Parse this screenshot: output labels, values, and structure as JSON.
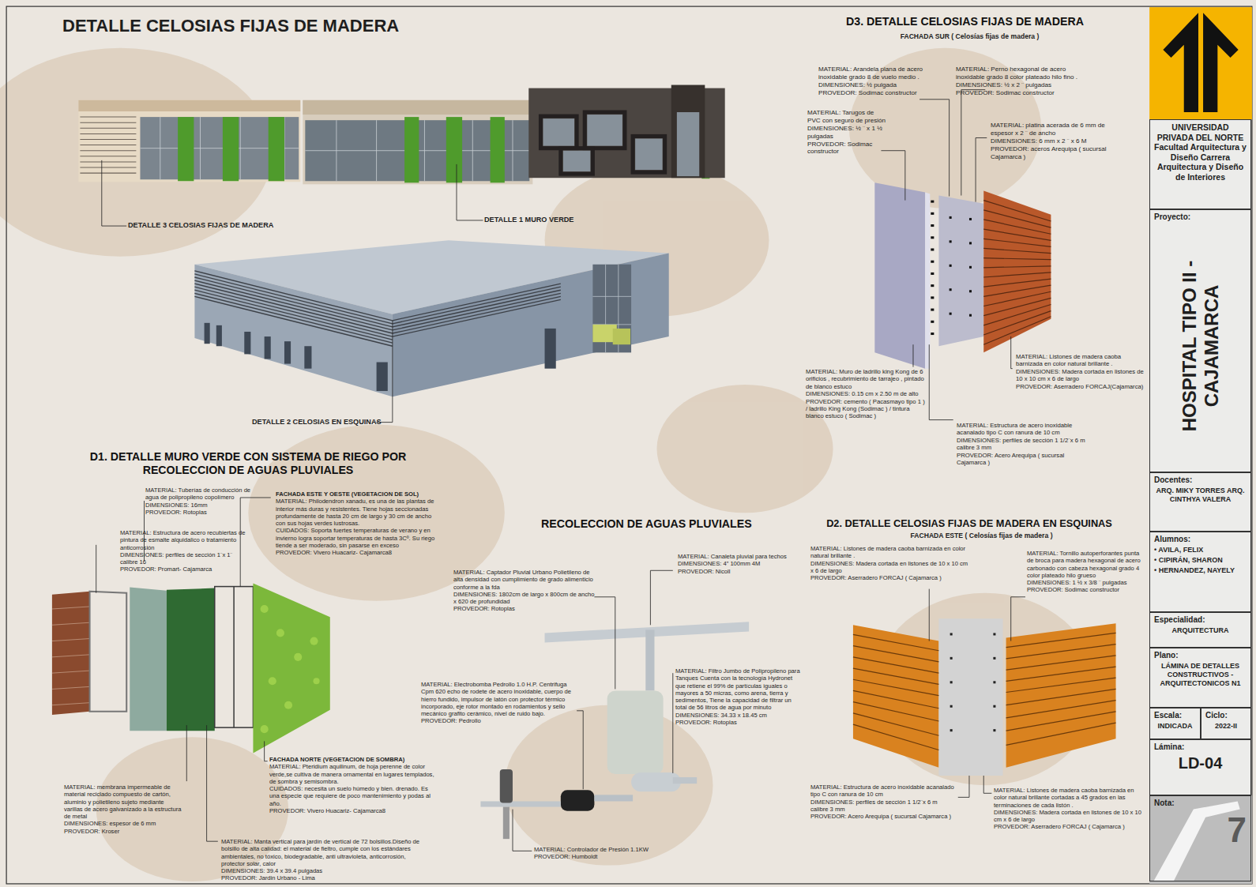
{
  "diagram": {
    "title": "DETALLE CELOSIAS FIJAS DE  MADERA",
    "nodes": [
      {
        "text": [
          "UNIVERSIDAD PRIVADA DEL NORTE Facultad Arquitectura y Diseño Carrera Arquitectura y Diseño de Interiores"
        ]
      },
      {
        "text": [
          "Proyecto:",
          "HOSPITAL TIPO II - CAJAMARCA"
        ]
      },
      {
        "text": [
          "Docentes:",
          "ARQ. MIKY TORRES ARQ. CINTHYA VALERA"
        ]
      },
      {
        "text": [
          "Alumnos:",
          "• AVILA, FELIX",
          "• CIPIRÁN, SHARON",
          "• HERNANDEZ, NAYELY"
        ]
      },
      {
        "text": [
          "Especialidad:",
          "ARQUITECTURA"
        ]
      },
      {
        "text": [
          "Plano:",
          "LÁMINA DE DETALLES CONSTRUCTIVOS - ARQUITECTONICOS N1"
        ]
      },
      {
        "text": [
          "Escala:",
          "INDICADA"
        ]
      },
      {
        "text": [
          "Ciclo:",
          "2022-II"
        ]
      },
      {
        "text": [
          "Lámina:",
          "LD-04"
        ]
      },
      {
        "text": [
          "Nota:",
          "7"
        ]
      }
    ],
    "labels": [
      "DETALLE 3 CELOSIAS FIJAS DE  MADERA",
      "DETALLE 1 MURO VERDE",
      "DETALLE 2 CELOSIAS EN ESQUINAS",
      "D3. DETALLE CELOSIAS FIJAS DE  MADERA",
      "FACHADA SUR ( Celosías fijas  de madera )",
      "MATERIAL: Arandela plana de acero inoxidable grado 8 de vuelo medio .",
      "DIMENSIONES: ½  pulgada",
      "PROVEDOR: Sodimac constructor",
      "MATERIAL: Perno hexagonal  de acero inoxidable grado 8 color plateado hilo fino .",
      "DIMENSIONES: ½ x 2 ¨  pulgadas",
      "PROVEDOR: Sodimac constructor",
      "MATERIAL: Tarugos de PVC con seguro de presión",
      "DIMENSIONES: ½ ¨ x 1 ½ pulgadas",
      "PROVEDOR: Sodimac constructor",
      "MATERIAL: platina acerada de 6 mm de espesor x 2 ¨ de ancho",
      "DIMENSIONES: 6 mm  x 2 ¨  x 6 M",
      "PROVEDOR: aceros Arequipa ( sucursal Cajamarca )",
      "MATERIAL: Muro de ladrillo king Kong de 6 orificios , recubrimiento de tarrajeo , pintado de blanco estuco",
      "DIMENSIONES: 0.15 cm x 2.50 m de alto",
      "PROVEDOR: cemento ( Pacasmayo tipo 1 ) / ladrillo King Kong (Sodimac ) / tintura blanco estuco ( Sodimac )",
      "MATERIAL: Listones de madera caoba barnizada en color natural brillante .",
      "DIMENSIONES: Madera cortada en listones de 10 x 10 cm x 6 de largo",
      "PROVEDOR: Aserradero FORCAJ(Cajamarca)",
      "MATERIAL: Estructura de acero inoxidable acanalado tipo C con ranura de 10 cm",
      "DIMENSIONES: perfiles de sección 1 1/2¨x 6 m calibre 3 mm",
      "PROVEDOR: Acero Arequipa ( sucursal Cajamarca )",
      "D1. DETALLE MURO VERDE CON SISTEMA DE RIEGO POR RECOLECCION DE AGUAS PLUVIALES",
      "MATERIAL: Tuberías de conducción de agua de polipropileno copolímero",
      "DIMENSIONES: 16mm",
      "PROVEDOR: Rotoplas",
      "FACHADA ESTE Y OESTE (VEGETACION DE SOL)",
      "MATERIAL: Philodendron xanadu, es una de las plantas de interior más duras y resistentes. Tiene hojas seccionadas profundamente de hasta 20 cm de largo y 30 cm de ancho con sus hojas verdes lustrosas.",
      "CUIDADOS: Soporta fuertes temperaturas de verano y en invierno logra soportar temperaturas de hasta 3Cº. Su riego tiende a ser moderado, sin pasarse en exceso",
      "PROVEDOR: Vivero Huacariz- Cajamarca8",
      "MATERIAL: Estructura de acero recubiertas de pintura de esmalte alquidalico o tratamiento anticorrosión",
      "DIMENSIONES: perfiles de sección 1¨x 1¨ calibre 16",
      "PROVEDOR: Promart- Cajamarca",
      "FACHADA NORTE (VEGETACION DE SOMBRA)",
      "MATERIAL: Pteridium aquilinum, de hoja perenne de color verde,se cultiva de manera ornamental en lugares templados, de sombra y semisombra.",
      "CUIDADOS: necesita un suelo húmedo y bien. drenado. Es una especie que requiere de poco mantenimiento y podas al año.",
      "PROVEDOR: Vivero Huacariz- Cajamarca8",
      "MATERIAL: membrana impermeable de material reciclado compuesto de cartón, aluminio y polietileno sujeto mediante varillas de acero galvanizado a la estructura de metal",
      "DIMENSIONES: espesor de 6 mm",
      "PROVEDOR: Kroser",
      "MATERIAL: Manta vertical para jardín de vertical de 72 bolsillos.Diseño de bolsillo de alta calidad: el material de fieltro, cumple con los estándares ambientales, no tóxico, biodegradable, anti ultravioleta, anticorrosión, protector solar, calor",
      "DIMENSIONES: 39.4 x 39.4 pulgadas",
      "PROVEDOR: Jardin Urbano - Lima",
      "RECOLECCION DE AGUAS PLUVIALES",
      "MATERIAL: Captador Pluvial Urbano Polietileno de alta densidad con cumplimiento de grado alimenticio conforme a la fda",
      "DIMENSIONES: 1802cm de largo x 800cm de ancho x 620 de profundidad",
      "PROVEDOR: Rotoplas",
      "MATERIAL: Canaleta pluvial para techos",
      "DIMENSIONES: 4” 100mm 4M",
      "PROVEDOR: Nicoll",
      "MATERIAL: Electrobomba Pedrollo 1.0 H.P. Centrifuga Cpm 620 echo de rodete de acero inoxidable, cuerpo de hierro fundido, impulsor de latón con protector térmico incorporado, eje rotor montado en rodamientos y sello mecánico grafito cerámico, nivel de ruido  bajo.",
      "PROVEDOR: Pedrollo",
      "MATERIAL: Filtro Jumbo  de Polipropileno para Tanques Cuenta con la tecnología Hydronet que retiene el 99% de partículas iguales o mayores a 50 micras, como arena, tierra y sedimentos, Tiene la capacidad de filtrar un total de 56 litros de agua por minuto",
      "DIMENSIONES: 34.33 x 18.45 cm",
      "PROVEDOR: Rotoplas",
      "MATERIAL: Controlador de Presión 1.1KW",
      "PROVEDOR: Humboldt",
      "D2. DETALLE CELOSIAS FIJAS DE  MADERA EN ESQUINAS",
      "FACHADA ESTE ( Celosías fijas  de madera )",
      "MATERIAL:  Listones de madera caoba barnizada en color natural brillante .",
      "DIMENSIONES:  Madera cortada en listones de 10 x 10 cm x 6 de largo",
      "PROVEDOR: Aserradero FORCAJ ( Cajamarca )",
      "MATERIAL: Tornillo autoperforantes punta de broca  para madera hexagonal de acero carbonado con cabeza hexagonal  grado 4 color plateado hilo grueso",
      "DIMENSIONES: 1 ½ x 3/8 ¨ pulgadas",
      "PROVEDOR: Sodimac constructor",
      "MATERIAL: Estructura de acero inoxidable acanalado tipo C con ranura de 10 cm",
      "DIMENSIONES: perfiles de sección 1 1/2¨x 6 m calibre 3 mm",
      "PROVEDOR: Acero Arequipa ( sucursal Cajamarca )",
      "MATERIAL:  Listones de madera caoba barnizada en color natural brillante  cortadas a 45 grados en las terminaciones de cada listón .",
      "DIMENSIONES:  Madera cortada en listones de 10 x 10 cm x 6 de largo",
      "PROVEDOR: Aserradero FORCAJ ( Cajamarca )"
    ]
  }
}
